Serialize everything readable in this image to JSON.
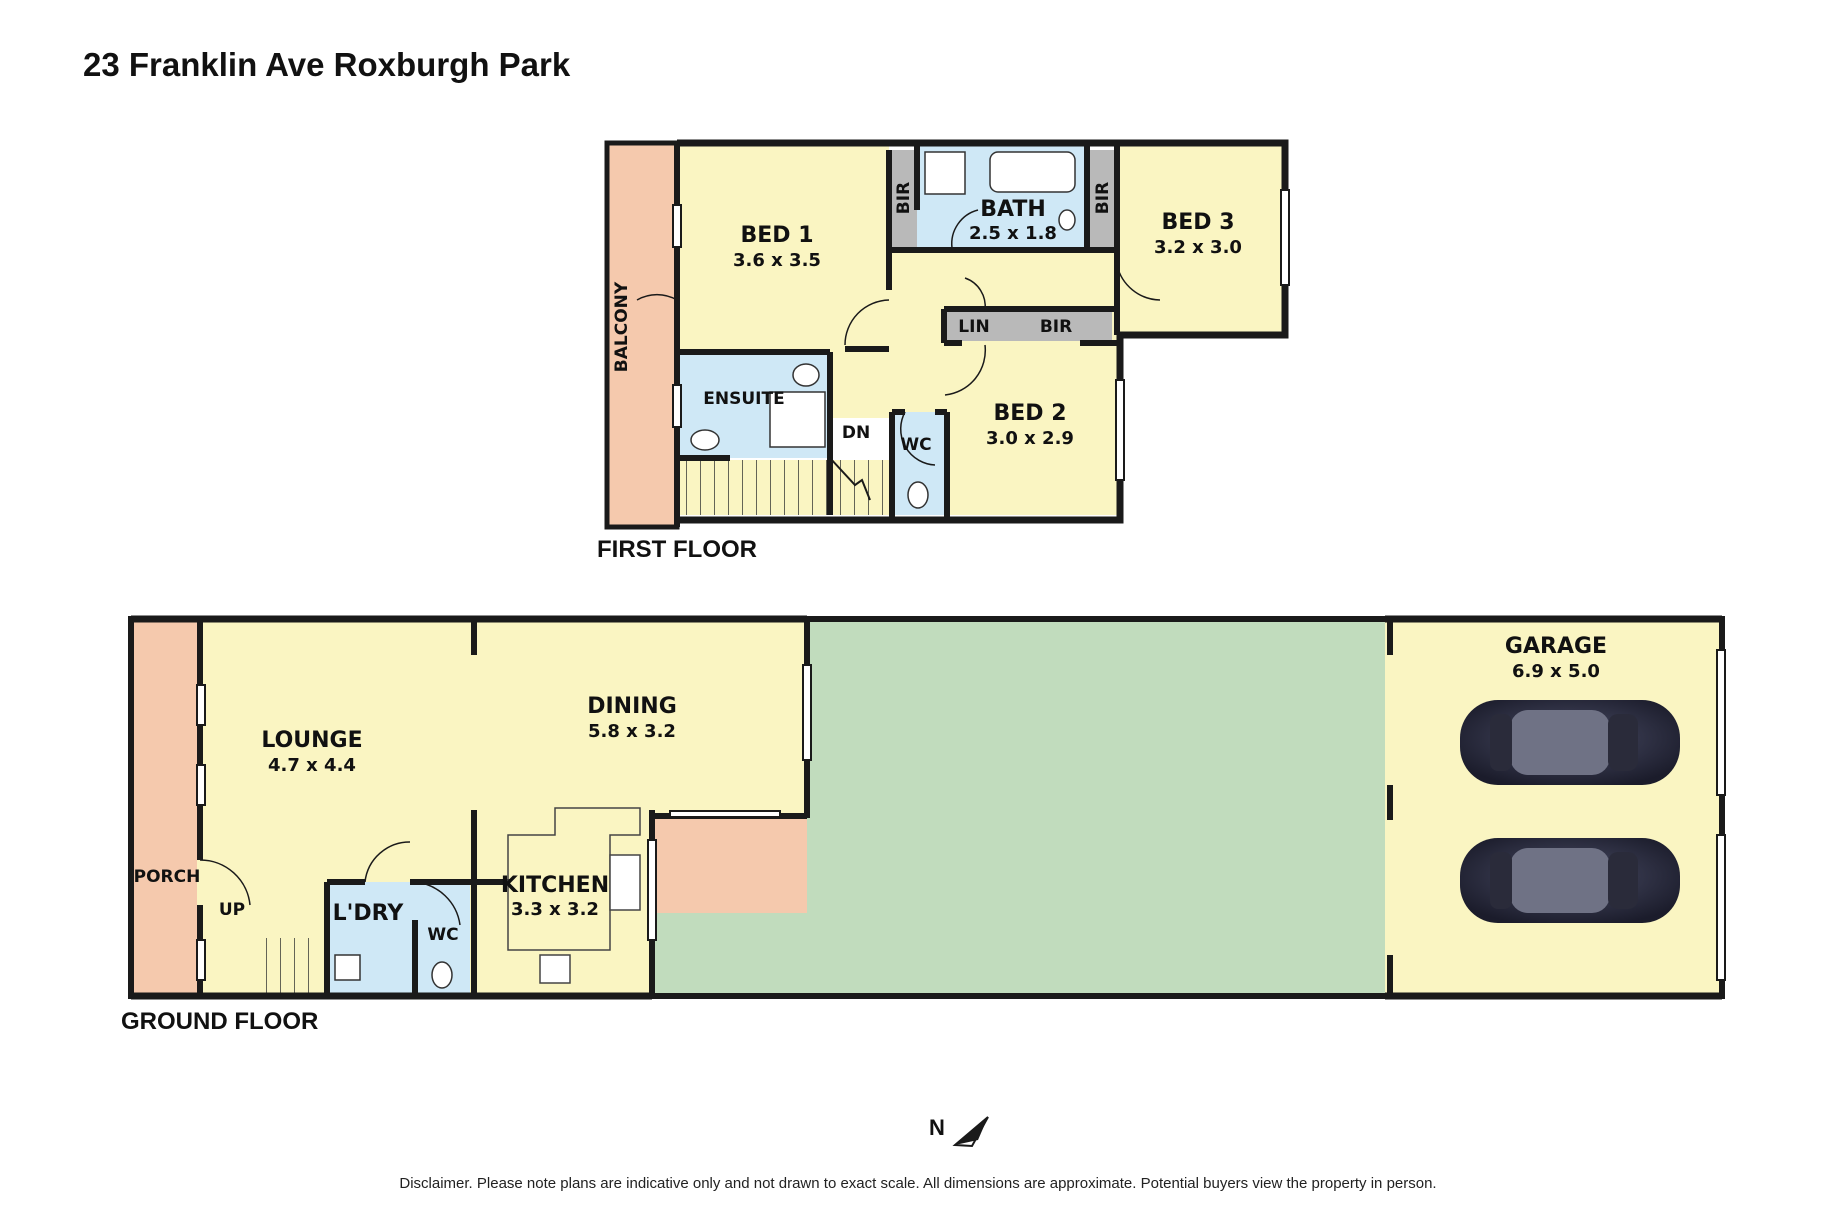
{
  "title": "23 Franklin Ave Roxburgh Park",
  "first_floor": {
    "label": "FIRST FLOOR",
    "rooms": {
      "bed1": {
        "name": "BED 1",
        "dim": "3.6 x 3.5"
      },
      "bath": {
        "name": "BATH",
        "dim": "2.5 x 1.8"
      },
      "bed3": {
        "name": "BED 3",
        "dim": "3.2 x 3.0"
      },
      "bed2": {
        "name": "BED 2",
        "dim": "3.0 x 2.9"
      },
      "ensuite": {
        "name": "ENSUITE"
      },
      "balcony": {
        "name": "BALCONY"
      },
      "wc": {
        "name": "WC"
      },
      "lin": {
        "name": "LIN"
      },
      "bir": {
        "name": "BIR"
      },
      "dn": {
        "name": "DN"
      }
    }
  },
  "ground_floor": {
    "label": "GROUND FLOOR",
    "rooms": {
      "lounge": {
        "name": "LOUNGE",
        "dim": "4.7 x 4.4"
      },
      "dining": {
        "name": "DINING",
        "dim": "5.8 x 3.2"
      },
      "kitchen": {
        "name": "KITCHEN",
        "dim": "3.3 x 3.2"
      },
      "garage": {
        "name": "GARAGE",
        "dim": "6.9 x 5.0"
      },
      "laundry": {
        "name": "L'DRY"
      },
      "wc": {
        "name": "WC"
      },
      "porch": {
        "name": "PORCH"
      },
      "up": {
        "name": "UP"
      }
    }
  },
  "compass": {
    "label": "N"
  },
  "disclaimer": "Disclaimer. Please note plans are indicative only and not drawn to exact scale. All dimensions are approximate. Potential buyers view the property in person.",
  "colors": {
    "room": "#faf5c2",
    "wet": "#cfe8f6",
    "outdoor": "#f5c9ad",
    "yard": "#c1dcbd",
    "wall": "#1a1a1a",
    "robe": "#b9b9b9"
  }
}
